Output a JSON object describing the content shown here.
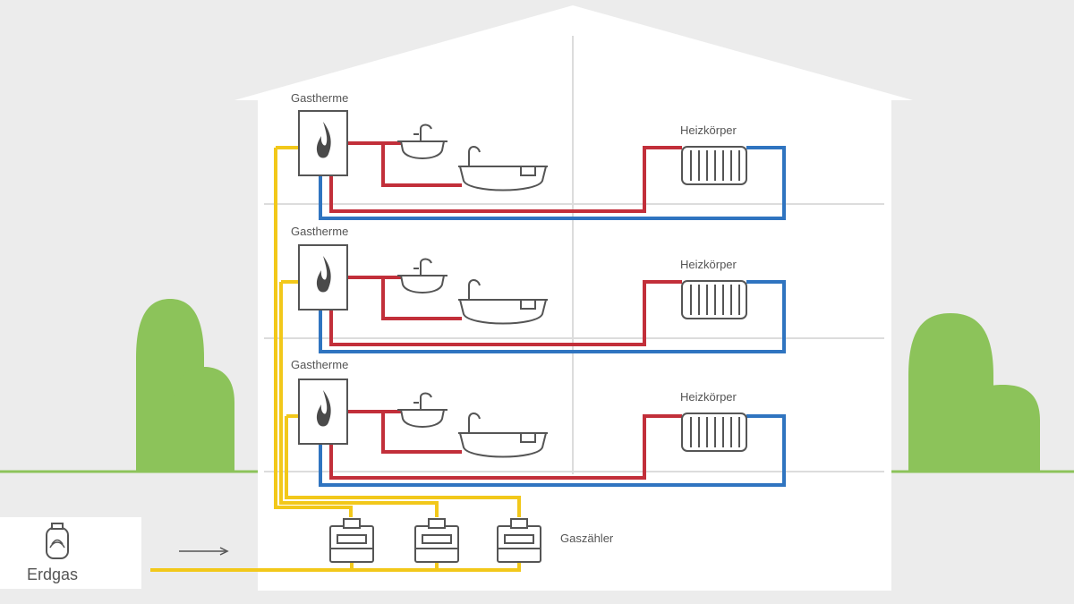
{
  "labels": {
    "boiler": "Gastherme",
    "radiator": "Heizkörper",
    "gas_meter": "Gaszähler",
    "natural_gas": "Erdgas"
  },
  "floors": [
    {
      "boiler_label": "Gastherme",
      "radiator_label": "Heizkörper"
    },
    {
      "boiler_label": "Gastherme",
      "radiator_label": "Heizkörper"
    },
    {
      "boiler_label": "Gastherme",
      "radiator_label": "Heizkörper"
    }
  ],
  "colors": {
    "background": "#ececec",
    "house": "#ffffff",
    "tree": "#8cc35a",
    "ground_line": "#8cc35a",
    "gas_pipe": "#f2c81a",
    "hot_pipe": "#c22f3a",
    "cold_pipe": "#2f74c0",
    "outline": "#555555",
    "flame": "#4a4a4a"
  },
  "icons": {
    "boiler": "flame-icon",
    "sink": "sink-icon",
    "bathtub": "bathtub-icon",
    "radiator": "radiator-icon",
    "gas_meter": "gas-meter-icon",
    "gas_tank": "gas-tank-icon",
    "flow_arrow": "arrow-right-icon"
  }
}
